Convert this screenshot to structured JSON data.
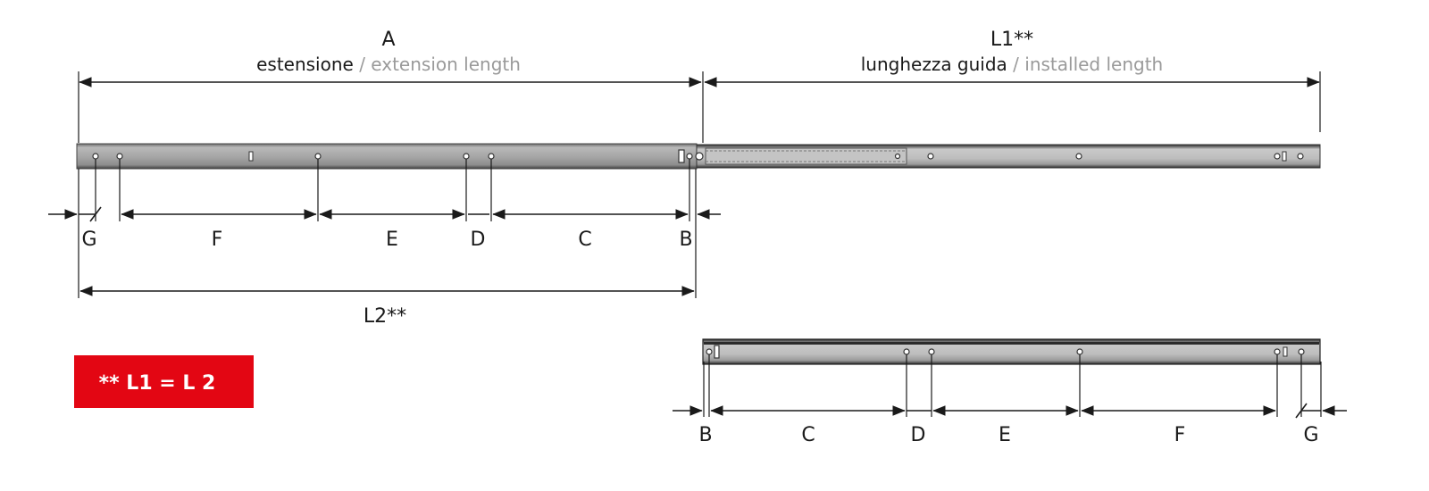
{
  "top_dimensions": {
    "A": {
      "letter": "A",
      "it": "estensione",
      "sep": " / ",
      "en": "extension length"
    },
    "L1": {
      "letter": "L1**",
      "it": "lunghezza guida",
      "sep": " / ",
      "en": "installed length"
    }
  },
  "upper_rail_segments": [
    "G",
    "F",
    "E",
    "D",
    "C",
    "B"
  ],
  "lower_rail_segments": [
    "B",
    "C",
    "D",
    "E",
    "F",
    "G"
  ],
  "L2_label": "L2**",
  "note": {
    "text": "** L1 = L 2",
    "color": "#e30613"
  }
}
